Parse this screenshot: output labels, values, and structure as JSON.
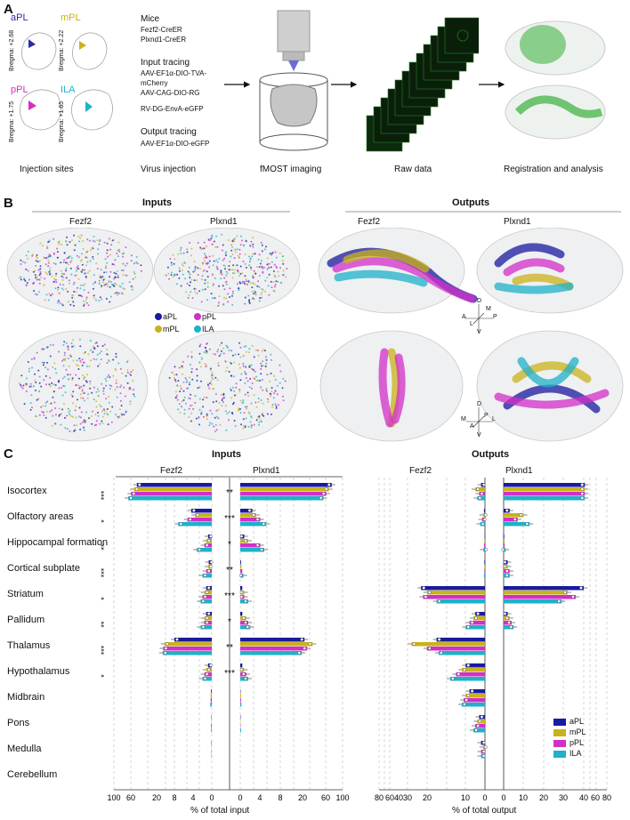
{
  "panels": {
    "A": "A",
    "B": "B",
    "C": "C"
  },
  "panel_a": {
    "sites": [
      {
        "name": "aPL",
        "bregma": "Bregma: +2.68",
        "color": "#2b2ba8"
      },
      {
        "name": "mPL",
        "bregma": "Bregma: +2.22",
        "color": "#c9b21a"
      },
      {
        "name": "pPL",
        "bregma": "Bregma: +1.75",
        "color": "#d22fc8"
      },
      {
        "name": "ILA",
        "bregma": "Bregma: +1.65",
        "color": "#1fb1c9"
      }
    ],
    "mice_title": "Mice",
    "mice_lines": [
      "Fezf2-CreER",
      "Plxnd1-CreER"
    ],
    "input_title": "Input tracing",
    "input_lines": [
      "AAV-EF1α-DIO-TVA-",
      "mCherry",
      "AAV-CAG-DIO-RG",
      "RV-DG-EnvA-eGFP"
    ],
    "output_title": "Output tracing",
    "output_lines": [
      "AAV-EF1α-DIO-eGFP"
    ],
    "captions": [
      "Injection sites",
      "Virus injection",
      "fMOST imaging",
      "Raw data",
      "Registration and analysis"
    ]
  },
  "panel_b": {
    "inputs_header": "Inputs",
    "outputs_header": "Outputs",
    "col_labels": [
      "Fezf2",
      "Plxnd1",
      "Fezf2",
      "Plxnd1"
    ],
    "legend": [
      {
        "name": "aPL",
        "color": "#1a1a9e"
      },
      {
        "name": "pPL",
        "color": "#d22fc8"
      },
      {
        "name": "mPL",
        "color": "#c9b21a"
      },
      {
        "name": "ILA",
        "color": "#1fb1c9"
      }
    ],
    "axes1": {
      "d": "D",
      "m": "M",
      "a": "A",
      "p": "P",
      "l": "L",
      "v": "V"
    },
    "axes2": {
      "d": "D",
      "m": "M",
      "p": "P",
      "l": "L",
      "a": "A",
      "v": "V"
    }
  },
  "colors": {
    "aPL": "#1a1a9e",
    "mPL": "#c9b21a",
    "pPL": "#d22fc8",
    "ILA": "#1fb1c9"
  },
  "chart_data": {
    "type": "bar",
    "inputs_header": "Inputs",
    "outputs_header": "Outputs",
    "group_labels": [
      "Fezf2",
      "Plxnd1",
      "Fezf2",
      "Plxnd1"
    ],
    "categories": [
      "Isocortex",
      "Olfactory areas",
      "Hippocampal formation",
      "Cortical subplate",
      "Striatum",
      "Pallidum",
      "Thalamus",
      "Hypothalamus",
      "Midbrain",
      "Pons",
      "Medulla",
      "Cerebellum"
    ],
    "series_names": [
      "aPL",
      "mPL",
      "pPL",
      "ILA"
    ],
    "inputs_fezf2": {
      "aPL": [
        60,
        5.5,
        1,
        0.8,
        1.5,
        1.5,
        10,
        1,
        0.2,
        0.1,
        0.1,
        0
      ],
      "mPL": [
        65,
        4.5,
        1.5,
        1,
        2,
        2,
        12,
        1.5,
        0.3,
        0.1,
        0.1,
        0
      ],
      "pPL": [
        70,
        6.5,
        2,
        1.5,
        2.5,
        2,
        14,
        2,
        0.3,
        0.2,
        0.1,
        0
      ],
      "ILA": [
        75,
        9,
        4,
        2.5,
        3,
        3,
        15,
        2.5,
        0.4,
        0.2,
        0.1,
        0
      ]
    },
    "inputs_plxnd1": {
      "aPL": [
        80,
        3,
        1,
        0.2,
        0.5,
        0.5,
        30,
        0.5,
        0.1,
        0.1,
        0,
        0
      ],
      "mPL": [
        75,
        4,
        2,
        0.3,
        1,
        1.5,
        45,
        1,
        0.2,
        0.1,
        0,
        0
      ],
      "pPL": [
        70,
        5,
        5,
        0.5,
        1,
        2,
        35,
        1.5,
        0.2,
        0.1,
        0,
        0
      ],
      "ILA": [
        65,
        6.5,
        6,
        0.8,
        2,
        2.5,
        25,
        2,
        0.3,
        0.2,
        0,
        0
      ]
    },
    "outputs_fezf2": {
      "aPL": [
        2,
        0.5,
        0.2,
        0.3,
        33,
        5,
        25,
        10,
        8,
        3,
        2,
        0
      ],
      "mPL": [
        5,
        1,
        0.3,
        0.3,
        30,
        6,
        38,
        12,
        10,
        4,
        1,
        0
      ],
      "pPL": [
        3,
        1.5,
        0.5,
        0.3,
        32,
        8,
        30,
        15,
        11,
        5,
        2,
        0
      ],
      "ILA": [
        4,
        2.5,
        0.8,
        0.5,
        25,
        10,
        24,
        18,
        12,
        6,
        2,
        0
      ]
    },
    "outputs_plxnd1": {
      "aPL": [
        42,
        3,
        0.3,
        2,
        40,
        2,
        0,
        0,
        0,
        0,
        0,
        0
      ],
      "mPL": [
        42,
        10,
        0.5,
        2,
        32,
        3,
        0,
        0,
        0,
        0,
        0,
        0
      ],
      "pPL": [
        42,
        7,
        0.5,
        3,
        36,
        4,
        0,
        0,
        0,
        0,
        0,
        0
      ],
      "ILA": [
        42,
        13,
        1,
        3,
        29,
        5,
        0,
        0,
        0,
        0,
        0,
        0
      ]
    },
    "xlabel_inputs": "% of total input",
    "xlabel_outputs": "% of total output",
    "ticks_inputs_outer": [
      "100",
      "60",
      "20"
    ],
    "ticks_inputs_inner": [
      "8",
      "4",
      "0"
    ],
    "ticks_inputs_inner_right": [
      "0",
      "4",
      "8"
    ],
    "ticks_inputs_outer_right": [
      "20",
      "60",
      "100"
    ],
    "ticks_outputs_left": [
      "80",
      "60",
      "40",
      "30",
      "20",
      "10",
      "0"
    ],
    "ticks_outputs_right": [
      "0",
      "10",
      "20",
      "30",
      "40",
      "60",
      "80"
    ],
    "sig_marks": [
      "**",
      "***",
      "*"
    ]
  }
}
